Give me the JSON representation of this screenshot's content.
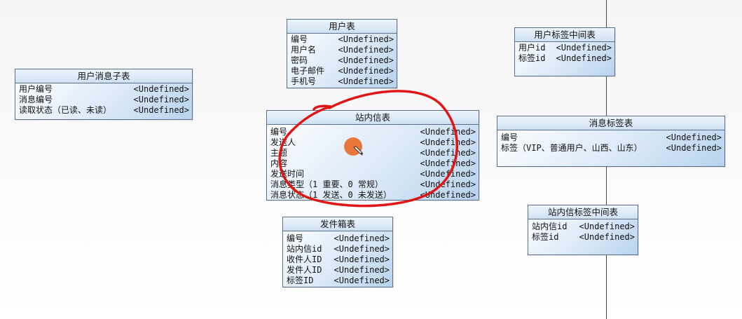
{
  "entities": {
    "user_message_child": {
      "title": "用户消息子表",
      "rows": [
        {
          "name": "用户编号",
          "type": "<Undefined>"
        },
        {
          "name": "消息编号",
          "type": "<Undefined>"
        },
        {
          "name": "读取状态（已读、未读）",
          "type": "<Undefined>"
        }
      ]
    },
    "user": {
      "title": "用户表",
      "rows": [
        {
          "name": "编号",
          "type": "<Undefined>"
        },
        {
          "name": "用户名",
          "type": "<Undefined>"
        },
        {
          "name": "密码",
          "type": "<Undefined>"
        },
        {
          "name": "电子邮件",
          "type": "<Undefined>"
        },
        {
          "name": "手机号",
          "type": "<Undefined>"
        }
      ]
    },
    "user_tag_middle": {
      "title": "用户标签中间表",
      "rows": [
        {
          "name": "用户id",
          "type": "<Undefined>"
        },
        {
          "name": "标签id",
          "type": "<Undefined>"
        }
      ]
    },
    "site_message": {
      "title": "站内信表",
      "rows": [
        {
          "name": "编号",
          "type": "<Undefined>"
        },
        {
          "name": "发送人",
          "type": "<Undefined>"
        },
        {
          "name": "主题",
          "type": "<Undefined>"
        },
        {
          "name": "内容",
          "type": "<Undefined>"
        },
        {
          "name": "发送时间",
          "type": "<Undefined>"
        },
        {
          "name": "消息类型（1 重要、0 常规）",
          "type": "<Undefined>"
        },
        {
          "name": "消息状态（1 发送、0  未发送）",
          "type": "<Undefined>"
        }
      ]
    },
    "message_tag": {
      "title": "消息标签表",
      "rows": [
        {
          "name": "编号",
          "type": "<Undefined>"
        },
        {
          "name": "标签（VIP、普通用户、山西、山东）",
          "type": "<Undefined>"
        }
      ]
    },
    "outbox": {
      "title": "发件箱表",
      "rows": [
        {
          "name": "编号",
          "type": "<Undefined>"
        },
        {
          "name": "站内信id",
          "type": "<Undefined>"
        },
        {
          "name": "收件人ID",
          "type": "<Undefined>"
        },
        {
          "name": "发件人ID",
          "type": "<Undefined>"
        },
        {
          "name": "标签ID",
          "type": "<Undefined>"
        }
      ]
    },
    "site_message_tag_middle": {
      "title": "站内信标签中间表",
      "rows": [
        {
          "name": "站内信id",
          "type": "<Undefined>"
        },
        {
          "name": "标签id",
          "type": "<Undefined>"
        }
      ]
    }
  },
  "annotation": {
    "circle_color": "#e01515",
    "cursor_color": "#e9773b",
    "cursor_icon": "pencil-cursor-icon"
  }
}
